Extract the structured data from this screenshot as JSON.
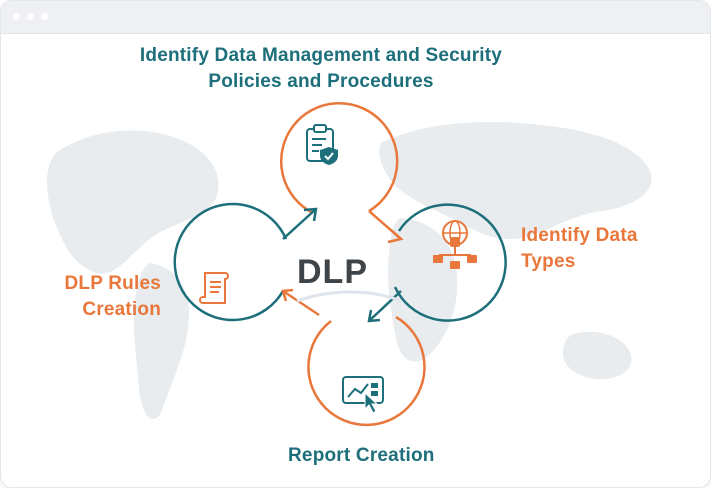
{
  "diagram": {
    "center": "DLP",
    "steps": [
      {
        "id": "identify-policies",
        "label_line1": "Identify Data Management and Security",
        "label_line2": "Policies and Procedures",
        "icon": "clipboard-shield-icon"
      },
      {
        "id": "identify-types",
        "label_line1": "Identify Data",
        "label_line2": "Types",
        "icon": "database-network-icon"
      },
      {
        "id": "report-creation",
        "label_line1": "Report Creation",
        "icon": "dashboard-report-icon"
      },
      {
        "id": "rules-creation",
        "label_line1": "DLP Rules",
        "label_line2": "Creation",
        "icon": "scroll-document-icon"
      }
    ],
    "colors": {
      "teal": "#1d6f7b",
      "orange": "#e9773b",
      "center_text": "#3f4448",
      "map": "#e8ecef"
    }
  }
}
